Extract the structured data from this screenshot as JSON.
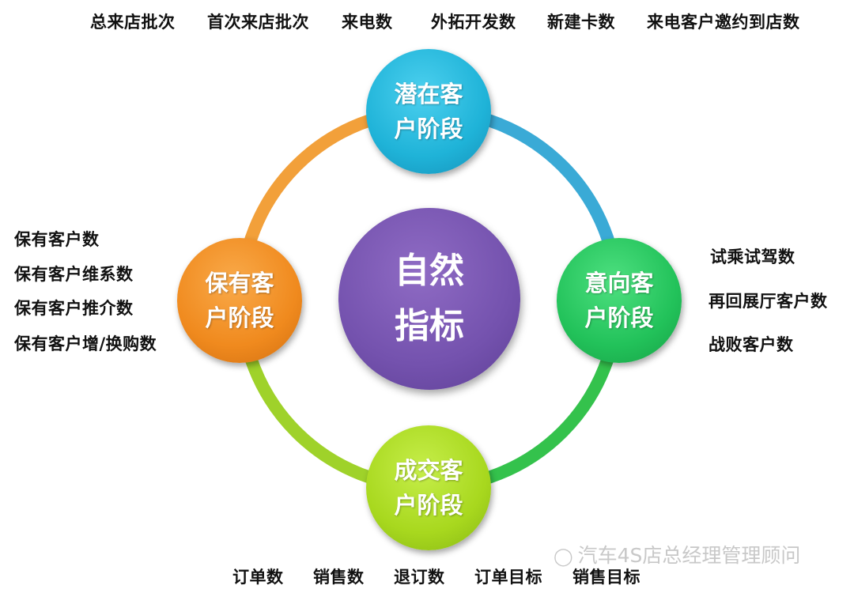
{
  "center": {
    "label": "自然指标",
    "color": "#7452ae"
  },
  "stages": {
    "top": {
      "label": "潜在客户阶段",
      "color": "#1fb3d8",
      "metrics": [
        "总来店批次",
        "首次来店批次",
        "来电数",
        "外拓开发数",
        "新建卡数",
        "来电客户邀约到店数"
      ]
    },
    "right": {
      "label": "意向客户阶段",
      "color": "#22c25a",
      "metrics": [
        "试乘试驾数",
        "再回展厅客户数",
        "战败客户数"
      ]
    },
    "bottom": {
      "label": "成交客户阶段",
      "color": "#a8d81e",
      "metrics": [
        "订单数",
        "销售数",
        "退订数",
        "订单目标",
        "销售目标"
      ]
    },
    "left": {
      "label": "保有客户阶段",
      "color": "#f08a1e",
      "metrics": [
        "保有客户数",
        "保有客户维系数",
        "保有客户推介数",
        "保有客户增/换购数"
      ]
    }
  },
  "watermark": {
    "icon": "wechat-icon",
    "text": "汽车4S店总经理管理顾问"
  }
}
